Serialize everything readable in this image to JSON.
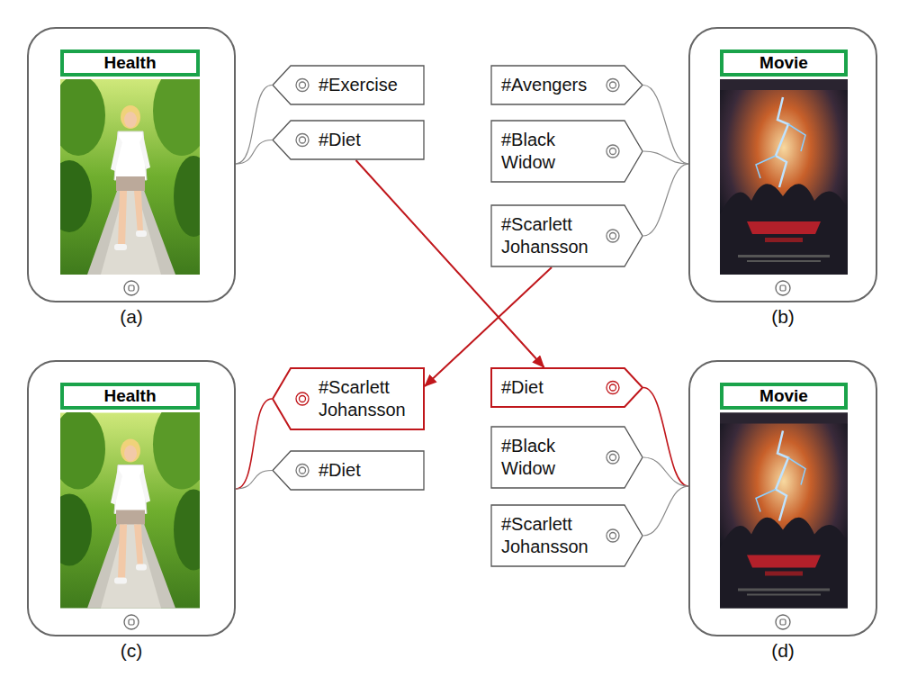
{
  "diagram": {
    "nodes": [
      {
        "text": [
          "(a)"
        ]
      },
      {
        "text": [
          "Health"
        ],
        "in": 0
      },
      {
        "text": [
          "#Exercise"
        ]
      },
      {
        "text": [
          "#Diet"
        ]
      },
      {
        "text": [
          "#Avengers"
        ]
      },
      {
        "text": [
          "#Black Widow"
        ]
      },
      {
        "text": [
          "#Scarlett Johansson"
        ]
      },
      {
        "text": [
          "(b)"
        ]
      },
      {
        "text": [
          "Movie"
        ],
        "in": 7
      },
      {
        "text": [
          "(c)"
        ]
      },
      {
        "text": [
          "Health"
        ],
        "in": 9
      },
      {
        "text": [
          "#Scarlett Johansson"
        ]
      },
      {
        "text": [
          "#Diet"
        ]
      },
      {
        "text": [
          "#Diet"
        ]
      },
      {
        "text": [
          "#Black Widow"
        ]
      },
      {
        "text": [
          "#Scarlett Johansson"
        ]
      },
      {
        "text": [
          "(d)"
        ]
      },
      {
        "text": [
          "Movie"
        ],
        "in": 16
      }
    ],
    "edges": [
      {
        "from": 2,
        "to": 0,
        "arrow": "none"
      },
      {
        "from": 3,
        "to": 0,
        "arrow": "none"
      },
      {
        "from": 4,
        "to": 7,
        "arrow": "none"
      },
      {
        "from": 5,
        "to": 7,
        "arrow": "none"
      },
      {
        "from": 6,
        "to": 7,
        "arrow": "none"
      },
      {
        "from": 11,
        "to": 9,
        "arrow": "none"
      },
      {
        "from": 12,
        "to": 9,
        "arrow": "none"
      },
      {
        "from": 13,
        "to": 16,
        "arrow": "none"
      },
      {
        "from": 14,
        "to": 16,
        "arrow": "none"
      },
      {
        "from": 15,
        "to": 16,
        "arrow": "none"
      },
      {
        "from": 3,
        "to": 13,
        "arrow": "to"
      },
      {
        "from": 6,
        "to": 11,
        "arrow": "to"
      }
    ]
  }
}
